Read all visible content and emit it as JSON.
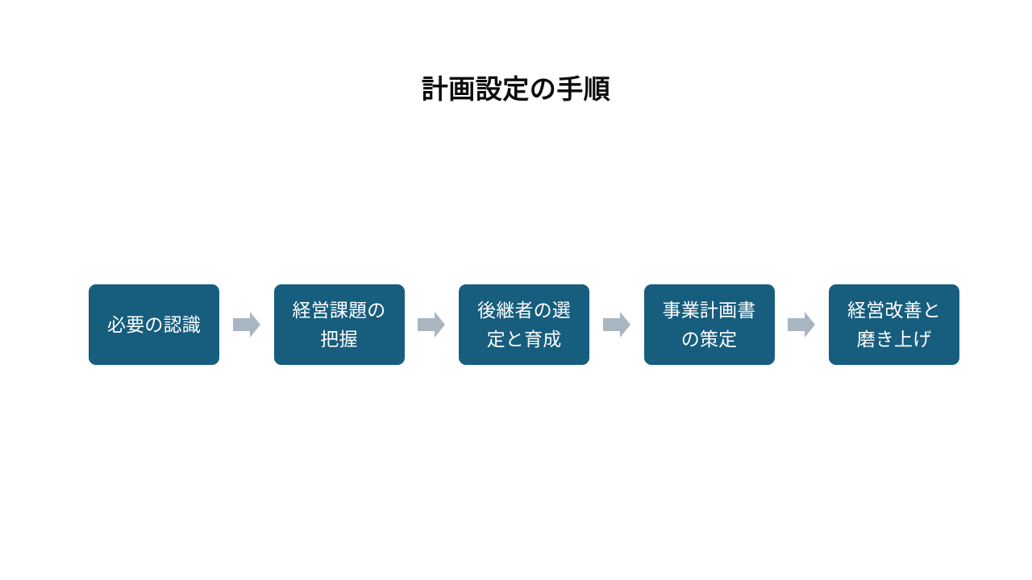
{
  "slide": {
    "title": "計画設定の手順",
    "background_color": "#ffffff",
    "title_color": "#0d0d0d"
  },
  "theme": {
    "box_fill": "#175d7d",
    "box_text_color": "#ffffff",
    "arrow_color": "#a9b6c2"
  },
  "flow": {
    "arrow_icon_name": "right-block-arrow-icon",
    "steps": [
      {
        "index": 1,
        "label": "必要の認識"
      },
      {
        "index": 2,
        "label": "経営課題の把握"
      },
      {
        "index": 3,
        "label": "後継者の選定と育成"
      },
      {
        "index": 4,
        "label": "事業計画書の策定"
      },
      {
        "index": 5,
        "label": "経営改善と磨き上げ"
      }
    ],
    "arrows": [
      {
        "index": 1,
        "from": "必要の認識",
        "to": "経営課題の把握"
      },
      {
        "index": 2,
        "from": "経営課題の把握",
        "to": "後継者の選定と育成"
      },
      {
        "index": 3,
        "from": "後継者の選定と育成",
        "to": "事業計画書の策定"
      },
      {
        "index": 4,
        "from": "事業計画書の策定",
        "to": "経営改善と磨き上げ"
      }
    ]
  }
}
